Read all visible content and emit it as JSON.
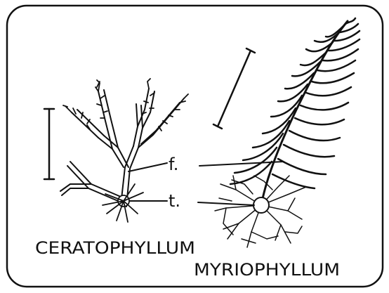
{
  "labels": {
    "frond": "f.",
    "turion": "t.",
    "left_plant": "CERATOPHYLLUM",
    "right_plant": "MYRIOPHYLLUM"
  }
}
